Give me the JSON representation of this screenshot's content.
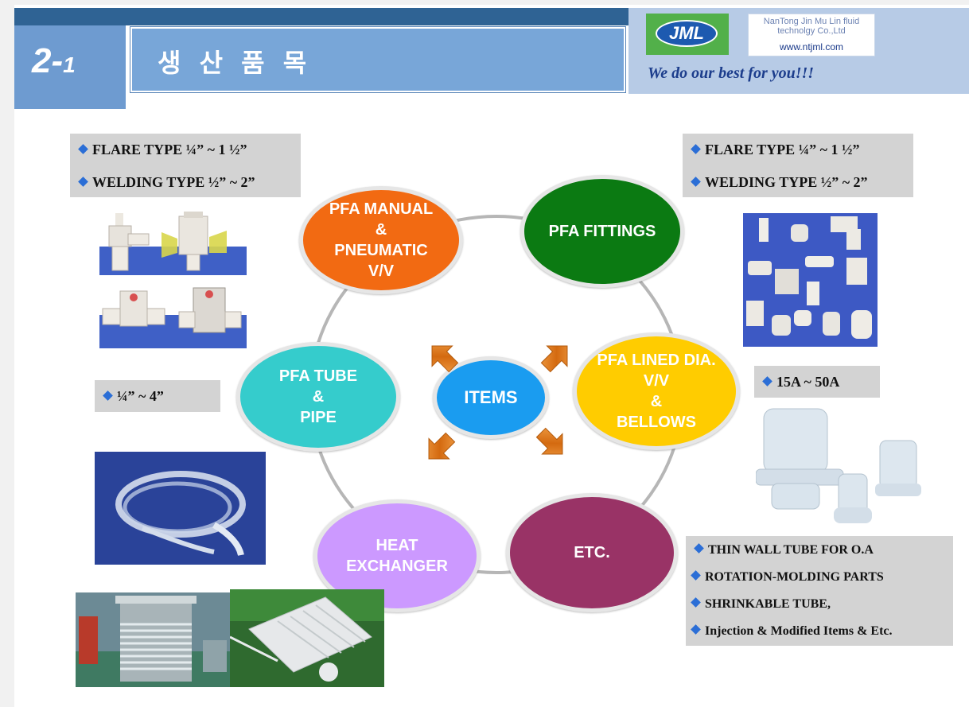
{
  "header": {
    "section_number": "2-",
    "section_sub": "1",
    "title": "생 산 품 목",
    "logo_text": "JML",
    "company_name": "NanTong Jin Mu Lin fluid technolgy Co.,Ltd",
    "company_url": "www.ntjml.com",
    "slogan": "We do our best for you!!!"
  },
  "center": {
    "label": "ITEMS"
  },
  "nodes": {
    "manual": {
      "label": "PFA MANUAL\n&\nPNEUMATIC\nV/V",
      "color": "#f26a12"
    },
    "fittings": {
      "label": "PFA FITTINGS",
      "color": "#0b7a12"
    },
    "tube": {
      "label": "PFA TUBE\n&\nPIPE",
      "color": "#35cccc"
    },
    "lined": {
      "label": "PFA LINED DIA.\nV/V\n&\nBELLOWS",
      "color": "#ffcc00"
    },
    "heat": {
      "label": "HEAT\nEXCHANGER",
      "color": "#cc99ff"
    },
    "etc": {
      "label": "ETC.",
      "color": "#993366"
    },
    "center_color": "#1a9cf0"
  },
  "specs": {
    "left_top": [
      "FLARE TYPE  ¼” ~ 1 ½”",
      "WELDING  TYPE  ½” ~  2”"
    ],
    "right_top": [
      "FLARE TYPE  ¼” ~ 1 ½”",
      "WELDING  TYPE  ½” ~  2”"
    ],
    "tube": [
      "¼”  ~  4”"
    ],
    "lined": [
      "15A  ~ 50A"
    ],
    "etc": [
      "THIN  WALL TUBE FOR O.A",
      "ROTATION-MOLDING PARTS",
      "SHRINKABLE TUBE,",
      "Injection & Modified Items & Etc."
    ]
  }
}
